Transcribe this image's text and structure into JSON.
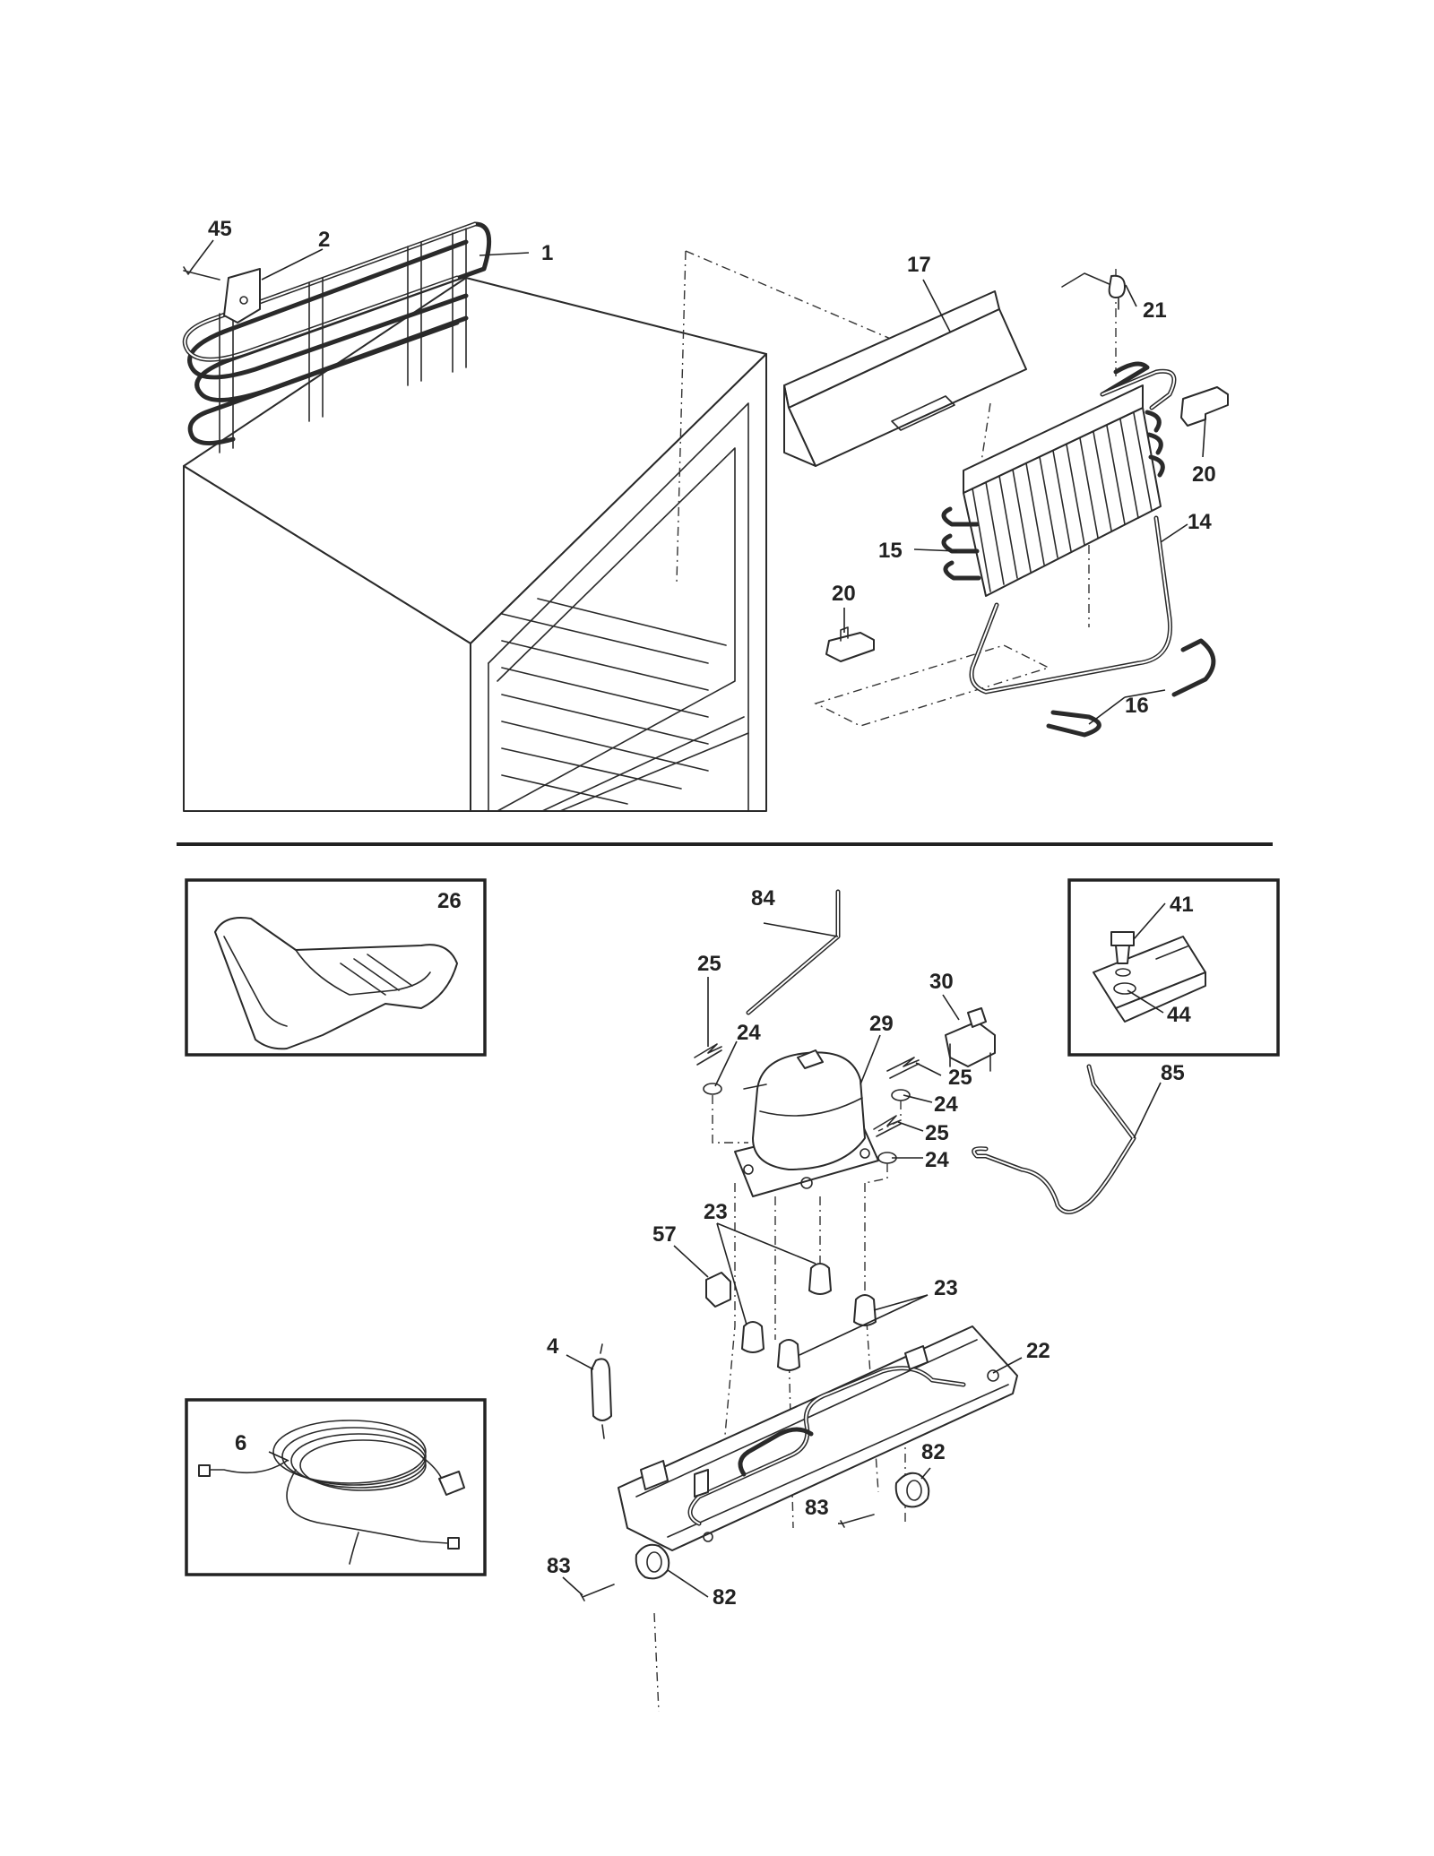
{
  "callouts": {
    "c1": "1",
    "c2": "2",
    "c45": "45",
    "c17": "17",
    "c21": "21",
    "c20a": "20",
    "c20b": "20",
    "c15": "15",
    "c14": "14",
    "c16": "16",
    "c26": "26",
    "c84": "84",
    "c25a": "25",
    "c30": "30",
    "c29": "29",
    "c24a": "24",
    "c25b": "25",
    "c24b": "24",
    "c25c": "25",
    "c24c": "24",
    "c41": "41",
    "c44": "44",
    "c85": "85",
    "c23a": "23",
    "c57": "57",
    "c23b": "23",
    "c22": "22",
    "c4": "4",
    "c6": "6",
    "c82a": "82",
    "c83a": "83",
    "c83b": "83",
    "c82b": "82"
  },
  "colors": {
    "ink": "#222222",
    "paper": "#ffffff"
  }
}
